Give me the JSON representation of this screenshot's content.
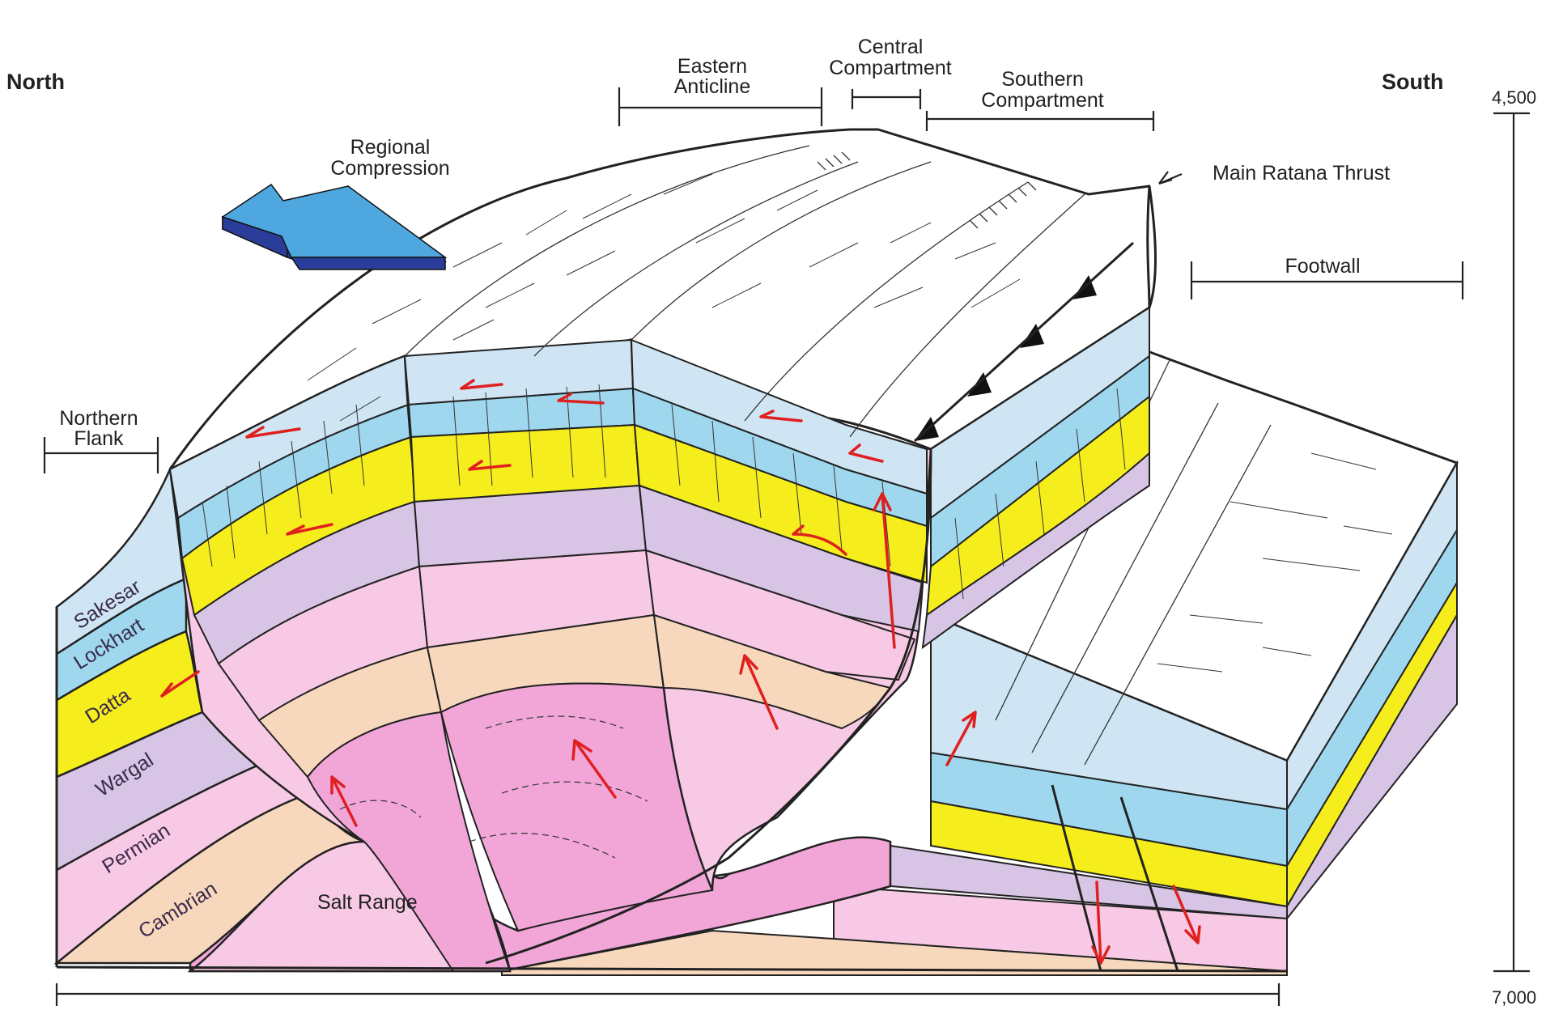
{
  "colors": {
    "sakesar": "#cfe5f3",
    "lockhart": "#9fd8ee",
    "datta": "#f6ee1c",
    "wargal": "#d8c4e4",
    "permian": "#f7c9e4",
    "cambrian": "#f8d8bd",
    "salt_range": "#f2a6d8",
    "arrow": "#4fa7df",
    "slip": "#e02020"
  },
  "directions": {
    "north": "North",
    "south": "South"
  },
  "labels": {
    "eastern_anticline": [
      "Eastern",
      "Anticline"
    ],
    "central_compartment": [
      "Central",
      "Compartment"
    ],
    "southern_compartment": [
      "Southern",
      "Compartment"
    ],
    "regional_compression": [
      "Regional",
      "Compression"
    ],
    "main_ratana_thrust": "Main Ratana Thrust",
    "footwall": "Footwall",
    "northern_flank": [
      "Northern",
      "Flank"
    ],
    "salt_range": "Salt Range"
  },
  "formations": [
    "Sakesar",
    "Lockhart",
    "Datta",
    "Wargal",
    "Permian",
    "Cambrian"
  ],
  "scale": {
    "top": "4,500",
    "bottom": "7,000"
  }
}
